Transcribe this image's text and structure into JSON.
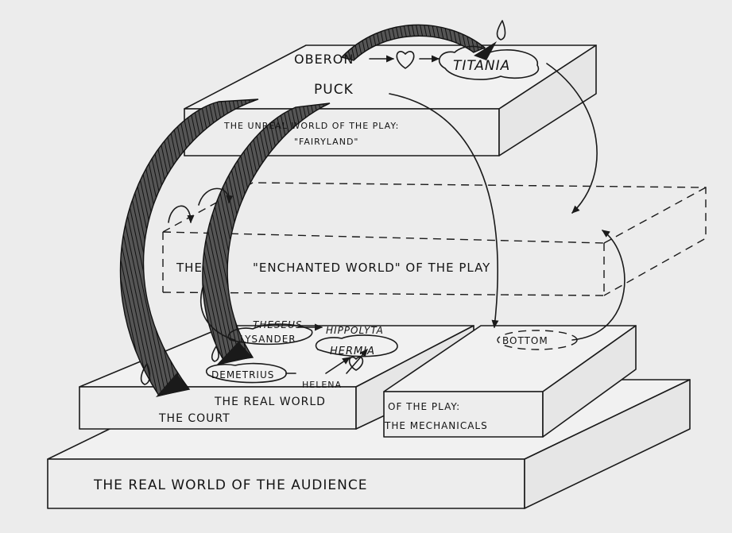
{
  "labels": {
    "oberon": "OBERON",
    "titania": "TITANIA",
    "puck": "PUCK",
    "unreal_line1": "THE UNREAL WORLD OF THE PLAY:",
    "unreal_line2": "\"FAIRYLAND\"",
    "enchanted_the": "THE",
    "enchanted_rest": "\"ENCHANTED WORLD\" OF THE PLAY",
    "theseus": "THESEUS",
    "hippolyta": "HIPPOLYTA",
    "lysander": "LYSANDER",
    "hermia": "HERMIA",
    "demetrius": "DEMETRIUS",
    "helena": "HELENA",
    "bottom": "BOTTOM",
    "real_world": "THE REAL WORLD",
    "court": "THE COURT",
    "of_the_play": "OF THE PLAY:",
    "mechanicals": "THE MECHANICALS",
    "audience": "THE REAL WORLD OF THE AUDIENCE"
  },
  "colors": {
    "ink": "#1a1a1a",
    "paper": "#ececec"
  }
}
